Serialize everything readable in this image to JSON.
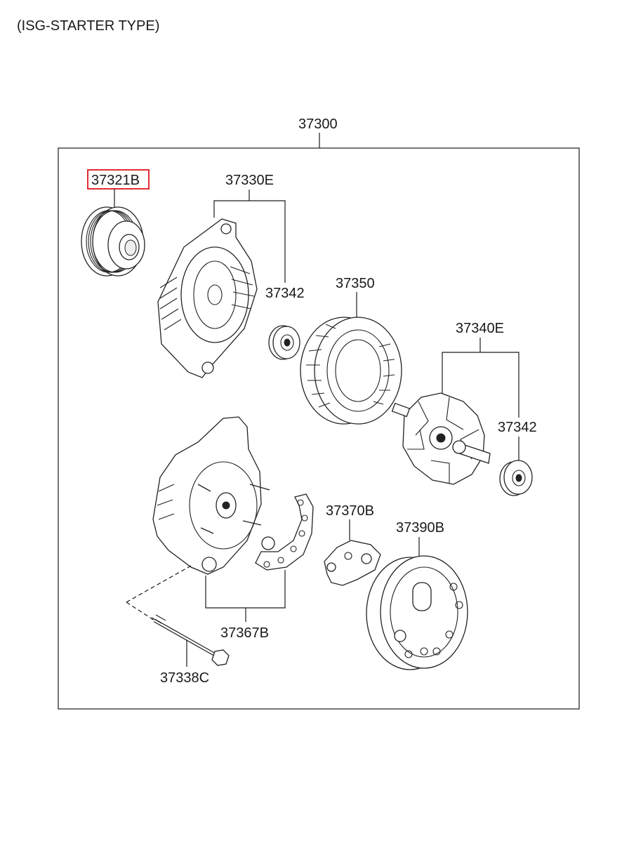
{
  "header": {
    "subtitle": "(ISG-STARTER TYPE)"
  },
  "assembly": {
    "number": "37300"
  },
  "parts": {
    "pulley": "37321B",
    "front_bracket": "37330E",
    "bearing_front": "37342",
    "stator": "37350",
    "rotor": "37340E",
    "bearing_rear": "37342",
    "rectifier": "37367B",
    "regulator": "37370B",
    "rear_cover": "37390B",
    "through_bolt": "37338C"
  },
  "highlight": {
    "part": "pulley",
    "color": "#e0141e"
  }
}
